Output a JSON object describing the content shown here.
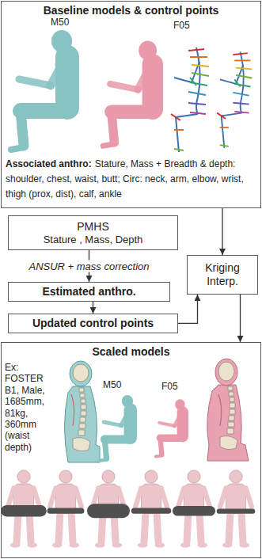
{
  "diagram": {
    "nodes": [
      {
        "text": [
          "Baseline models & control points",
          "Associated anthro:",
          "Stature, Mass + Breadth & depth: shoulder, chest, waist, butt; Circ: neck, arm, elbow, wrist, thigh (prox, dist), calf, ankle"
        ]
      },
      {
        "text": [
          "PMHS",
          "Stature , Mass, Depth"
        ]
      },
      {
        "text": [
          "Estimated anthro."
        ]
      },
      {
        "text": [
          "Updated control points"
        ]
      },
      {
        "text": [
          "Kriging Interp."
        ]
      },
      {
        "text": [
          "Scaled models",
          "Ex: FOSTER B1, Male, 1685mm, 81kg, 360mm (waist depth)"
        ]
      }
    ],
    "edges": [
      {
        "from": 1,
        "to": 2,
        "arrow": "to",
        "label": "ANSUR + mass correction"
      },
      {
        "from": 2,
        "to": 3,
        "arrow": "to"
      },
      {
        "from": 3,
        "to": 4,
        "arrow": "to"
      },
      {
        "from": 0,
        "to": 4,
        "arrow": "to"
      },
      {
        "from": 4,
        "to": 5,
        "arrow": "to"
      }
    ],
    "labels": [
      "M50",
      "F05",
      "M50",
      "F05"
    ]
  }
}
